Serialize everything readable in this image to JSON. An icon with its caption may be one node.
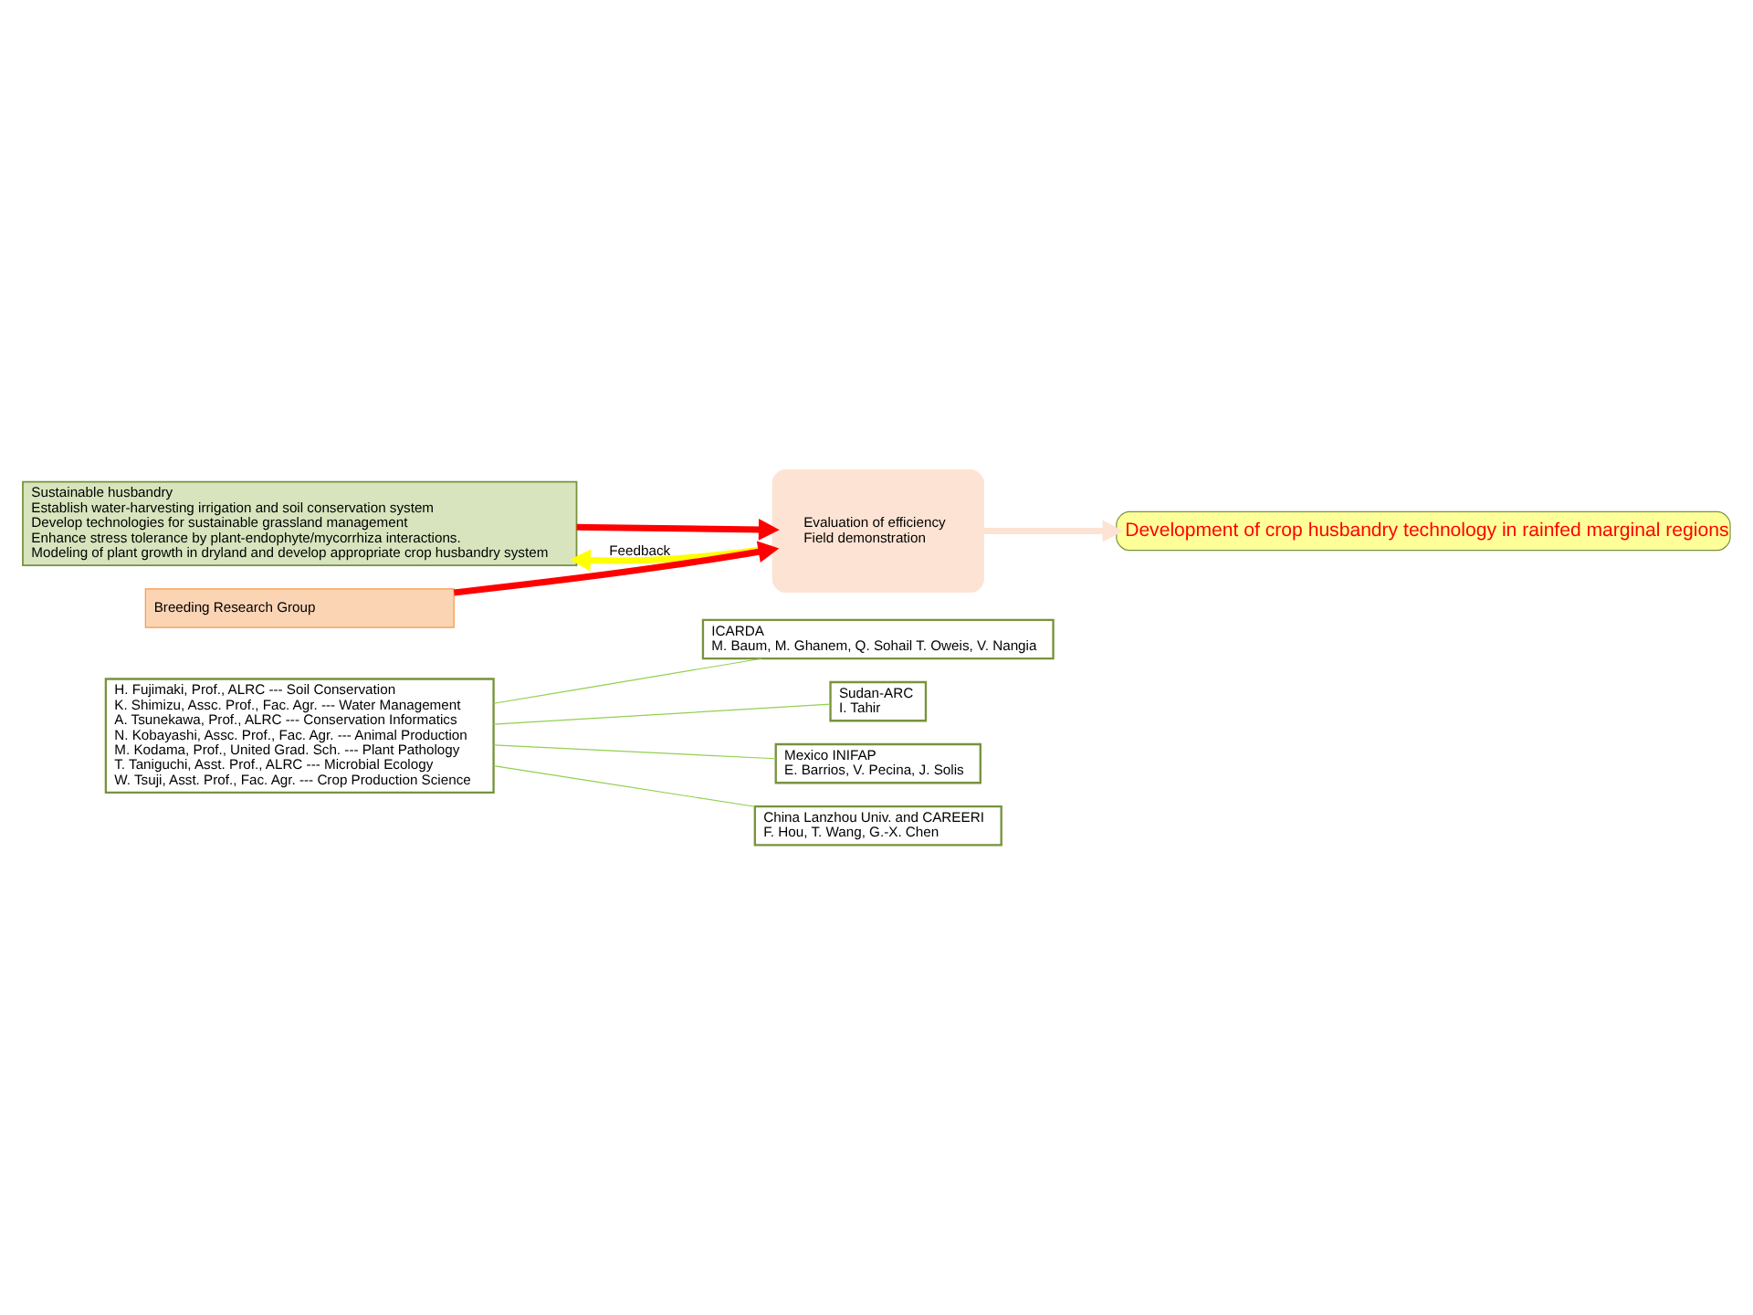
{
  "diagram": {
    "nodes": [
      {
        "text": [
          "H. Fujimaki, Prof., ALRC --- Soil Conservation",
          "K. Shimizu, Assc. Prof., Fac. Agr. --- Water Management",
          "A. Tsunekawa, Prof., ALRC --- Conservation Informatics",
          "N. Kobayashi, Assc. Prof., Fac. Agr. --- Animal Production",
          "M. Kodama, Prof., United Grad. Sch. --- Plant Pathology",
          "T. Taniguchi, Asst. Prof., ALRC --- Microbial Ecology",
          "W. Tsuji, Asst. Prof., Fac. Agr. --- Crop Production Science"
        ]
      },
      {
        "text": [
          "ICARDA",
          "M. Baum, M. Ghanem, Q. Sohail T. Oweis, V. Nangia"
        ]
      },
      {
        "text": [
          "Sudan-ARC",
          "I. Tahir"
        ]
      },
      {
        "text": [
          "Mexico INIFAP",
          "E. Barrios, V. Pecina, J. Solis"
        ]
      },
      {
        "text": [
          "China Lanzhou Univ. and CAREERI",
          "F. Hou, T. Wang, G.-X. Chen"
        ]
      },
      {
        "text": [
          "Evaluation of efficiency",
          "Field demonstration"
        ]
      },
      {
        "text": [
          "Sustainable husbandry",
          "Establish water-harvesting irrigation and soil conservation system",
          "Develop technologies for sustainable grassland management",
          "Enhance stress tolerance by plant-endophyte/mycorrhiza interactions.",
          "Modeling of plant growth in dryland and develop appropriate crop husbandry system"
        ]
      },
      {
        "text": [
          "Breeding Research Group"
        ]
      },
      {
        "text": [
          "Development of crop husbandry technology in rainfed marginal regions"
        ]
      }
    ],
    "edges": [
      {
        "from": 0,
        "to": 1,
        "arrow": "none"
      },
      {
        "from": 0,
        "to": 2,
        "arrow": "none"
      },
      {
        "from": 0,
        "to": 3,
        "arrow": "none"
      },
      {
        "from": 0,
        "to": 4,
        "arrow": "none"
      },
      {
        "from": 5,
        "to": 6,
        "arrow": "to",
        "label": "Feedback",
        "style": "thick",
        "color": "#ffff00"
      },
      {
        "from": 6,
        "to": 5,
        "arrow": "to",
        "style": "thick",
        "color": "#ff0000"
      },
      {
        "from": 7,
        "to": 5,
        "arrow": "to",
        "style": "thick",
        "color": "#ff0000"
      },
      {
        "from": 5,
        "to": 8,
        "arrow": "to",
        "style": "thick",
        "color": "#fde3d3"
      }
    ]
  }
}
